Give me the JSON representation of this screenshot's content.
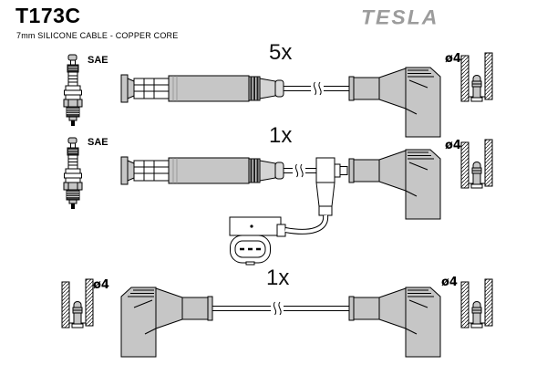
{
  "header": {
    "part_number": "T173C",
    "subtitle": "7mm SILICONE CABLE - COPPER CORE",
    "brand": "TESLA"
  },
  "rows": [
    {
      "quantity": "5x",
      "plug_standard": "SAE",
      "terminal_diameter": "ø4",
      "left_end": "spark-plug-straight-boot",
      "right_end": "angled-boot"
    },
    {
      "quantity": "1x",
      "plug_standard": "SAE",
      "terminal_diameter": "ø4",
      "left_end": "spark-plug-straight-boot",
      "right_end": "angled-boot",
      "branch": "coil-plug-connector"
    },
    {
      "quantity": "1x",
      "terminal_diameter_left": "ø4",
      "terminal_diameter_right": "ø4",
      "left_end": "angled-boot",
      "right_end": "angled-boot"
    }
  ],
  "icons": {
    "spark_plug": "spark-plug-icon",
    "straight_boot": "straight-boot-icon",
    "angled_boot": "angled-boot-icon",
    "cable_break": "cable-break-icon",
    "terminal_socket": "terminal-socket-cross-section-icon",
    "coil_connector": "coil-plug-connector-icon"
  },
  "colors": {
    "background": "#ffffff",
    "boot_gray": "#c6c6c6",
    "outline": "#000000",
    "brand_gray": "#9c9c9c"
  }
}
